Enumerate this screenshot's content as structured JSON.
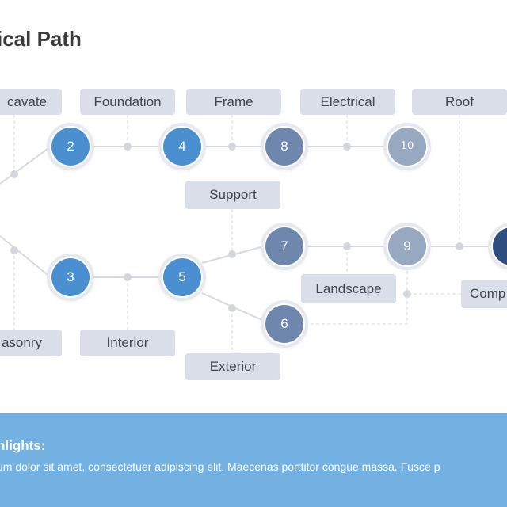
{
  "title": "ical Path",
  "colors": {
    "blue_node": "#4a90d0",
    "slate_node": "#6f87ad",
    "light_node": "#97a9c1",
    "dark_node": "#2f4f80",
    "label_bg": "#d9dee8",
    "banner": "#73b1e3"
  },
  "labels": {
    "excavate": "cavate",
    "foundation": "Foundation",
    "frame": "Frame",
    "electrical": "Electrical",
    "roof": "Roof",
    "support": "Support",
    "landscape": "Landscape",
    "complete": "Comp",
    "masonry": "asonry",
    "interior": "Interior",
    "exterior": "Exterior"
  },
  "nodes": {
    "n2": "2",
    "n3": "3",
    "n4": "4",
    "n5": "5",
    "n6": "6",
    "n7": "7",
    "n8": "8",
    "n9": "9",
    "n10": "10"
  },
  "banner": {
    "heading": "hlights:",
    "text": "um dolor sit amet, consectetuer adipiscing elit. Maecenas porttitor congue massa. Fusce p"
  }
}
